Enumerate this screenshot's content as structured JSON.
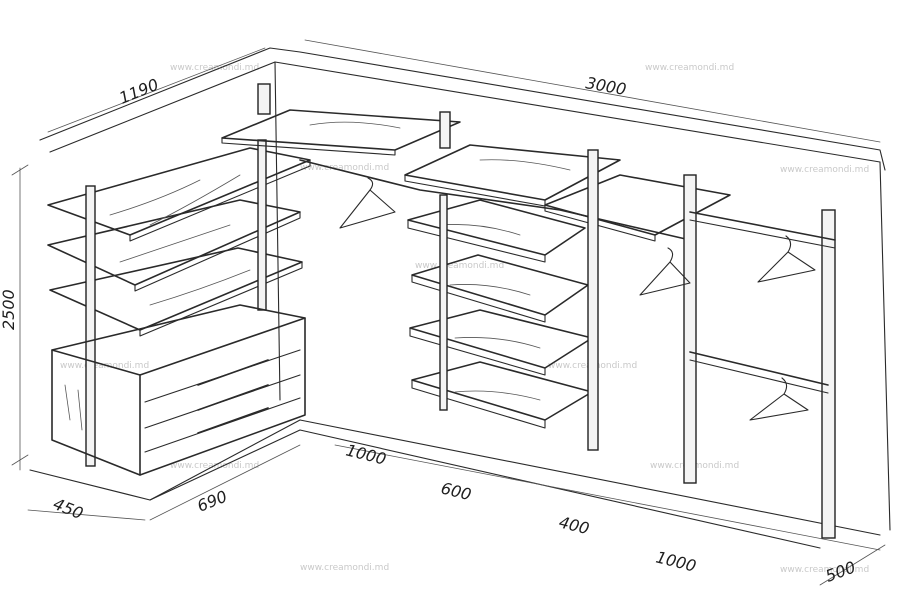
{
  "watermark": "www.creamondi.md",
  "dimensions": {
    "depth_left": "1190",
    "width_back": "3000",
    "height": "2500",
    "depth_bottom": "450",
    "dresser_width": "690",
    "gap_1": "1000",
    "section_600": "600",
    "section_400": "400",
    "section_1000": "1000",
    "depth_right": "500"
  }
}
